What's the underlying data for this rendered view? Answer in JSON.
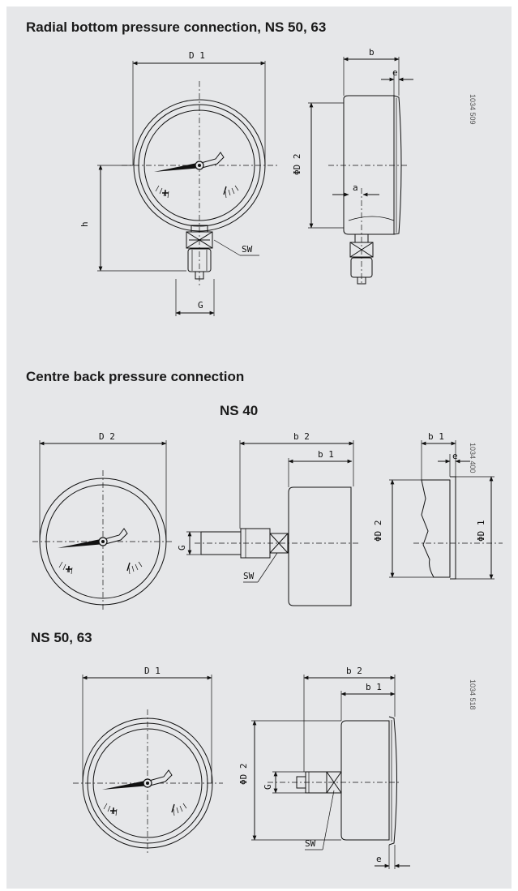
{
  "sections": {
    "radial": {
      "title": "Radial bottom pressure connection, NS 50, 63",
      "code": "1034 509"
    },
    "centre_back": {
      "title": "Centre back pressure connection"
    },
    "ns40": {
      "title": "NS 40",
      "code": "1034 400"
    },
    "ns5063": {
      "title": "NS 50, 63",
      "code": "1034 518"
    }
  },
  "labels": {
    "D1": "D 1",
    "D2": "D 2",
    "b": "b",
    "b1": "b 1",
    "b2": "b 2",
    "e": "e",
    "a": "a",
    "h": "h",
    "G": "G",
    "SW": "SW",
    "phiD2": "ΦD 2",
    "phiD1": "ΦD 1"
  }
}
